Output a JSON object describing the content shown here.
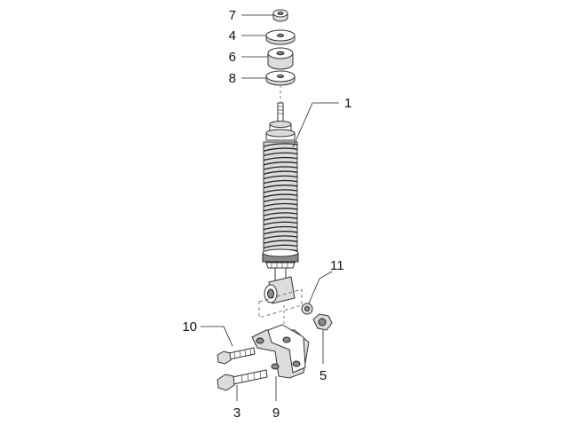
{
  "diagram": {
    "parts": [
      {
        "id": "7",
        "label": "7"
      },
      {
        "id": "4",
        "label": "4"
      },
      {
        "id": "6",
        "label": "6"
      },
      {
        "id": "8",
        "label": "8"
      },
      {
        "id": "1",
        "label": "1"
      },
      {
        "id": "11",
        "label": "11"
      },
      {
        "id": "10",
        "label": "10"
      },
      {
        "id": "5",
        "label": "5"
      },
      {
        "id": "3",
        "label": "3"
      },
      {
        "id": "9",
        "label": "9"
      }
    ]
  }
}
